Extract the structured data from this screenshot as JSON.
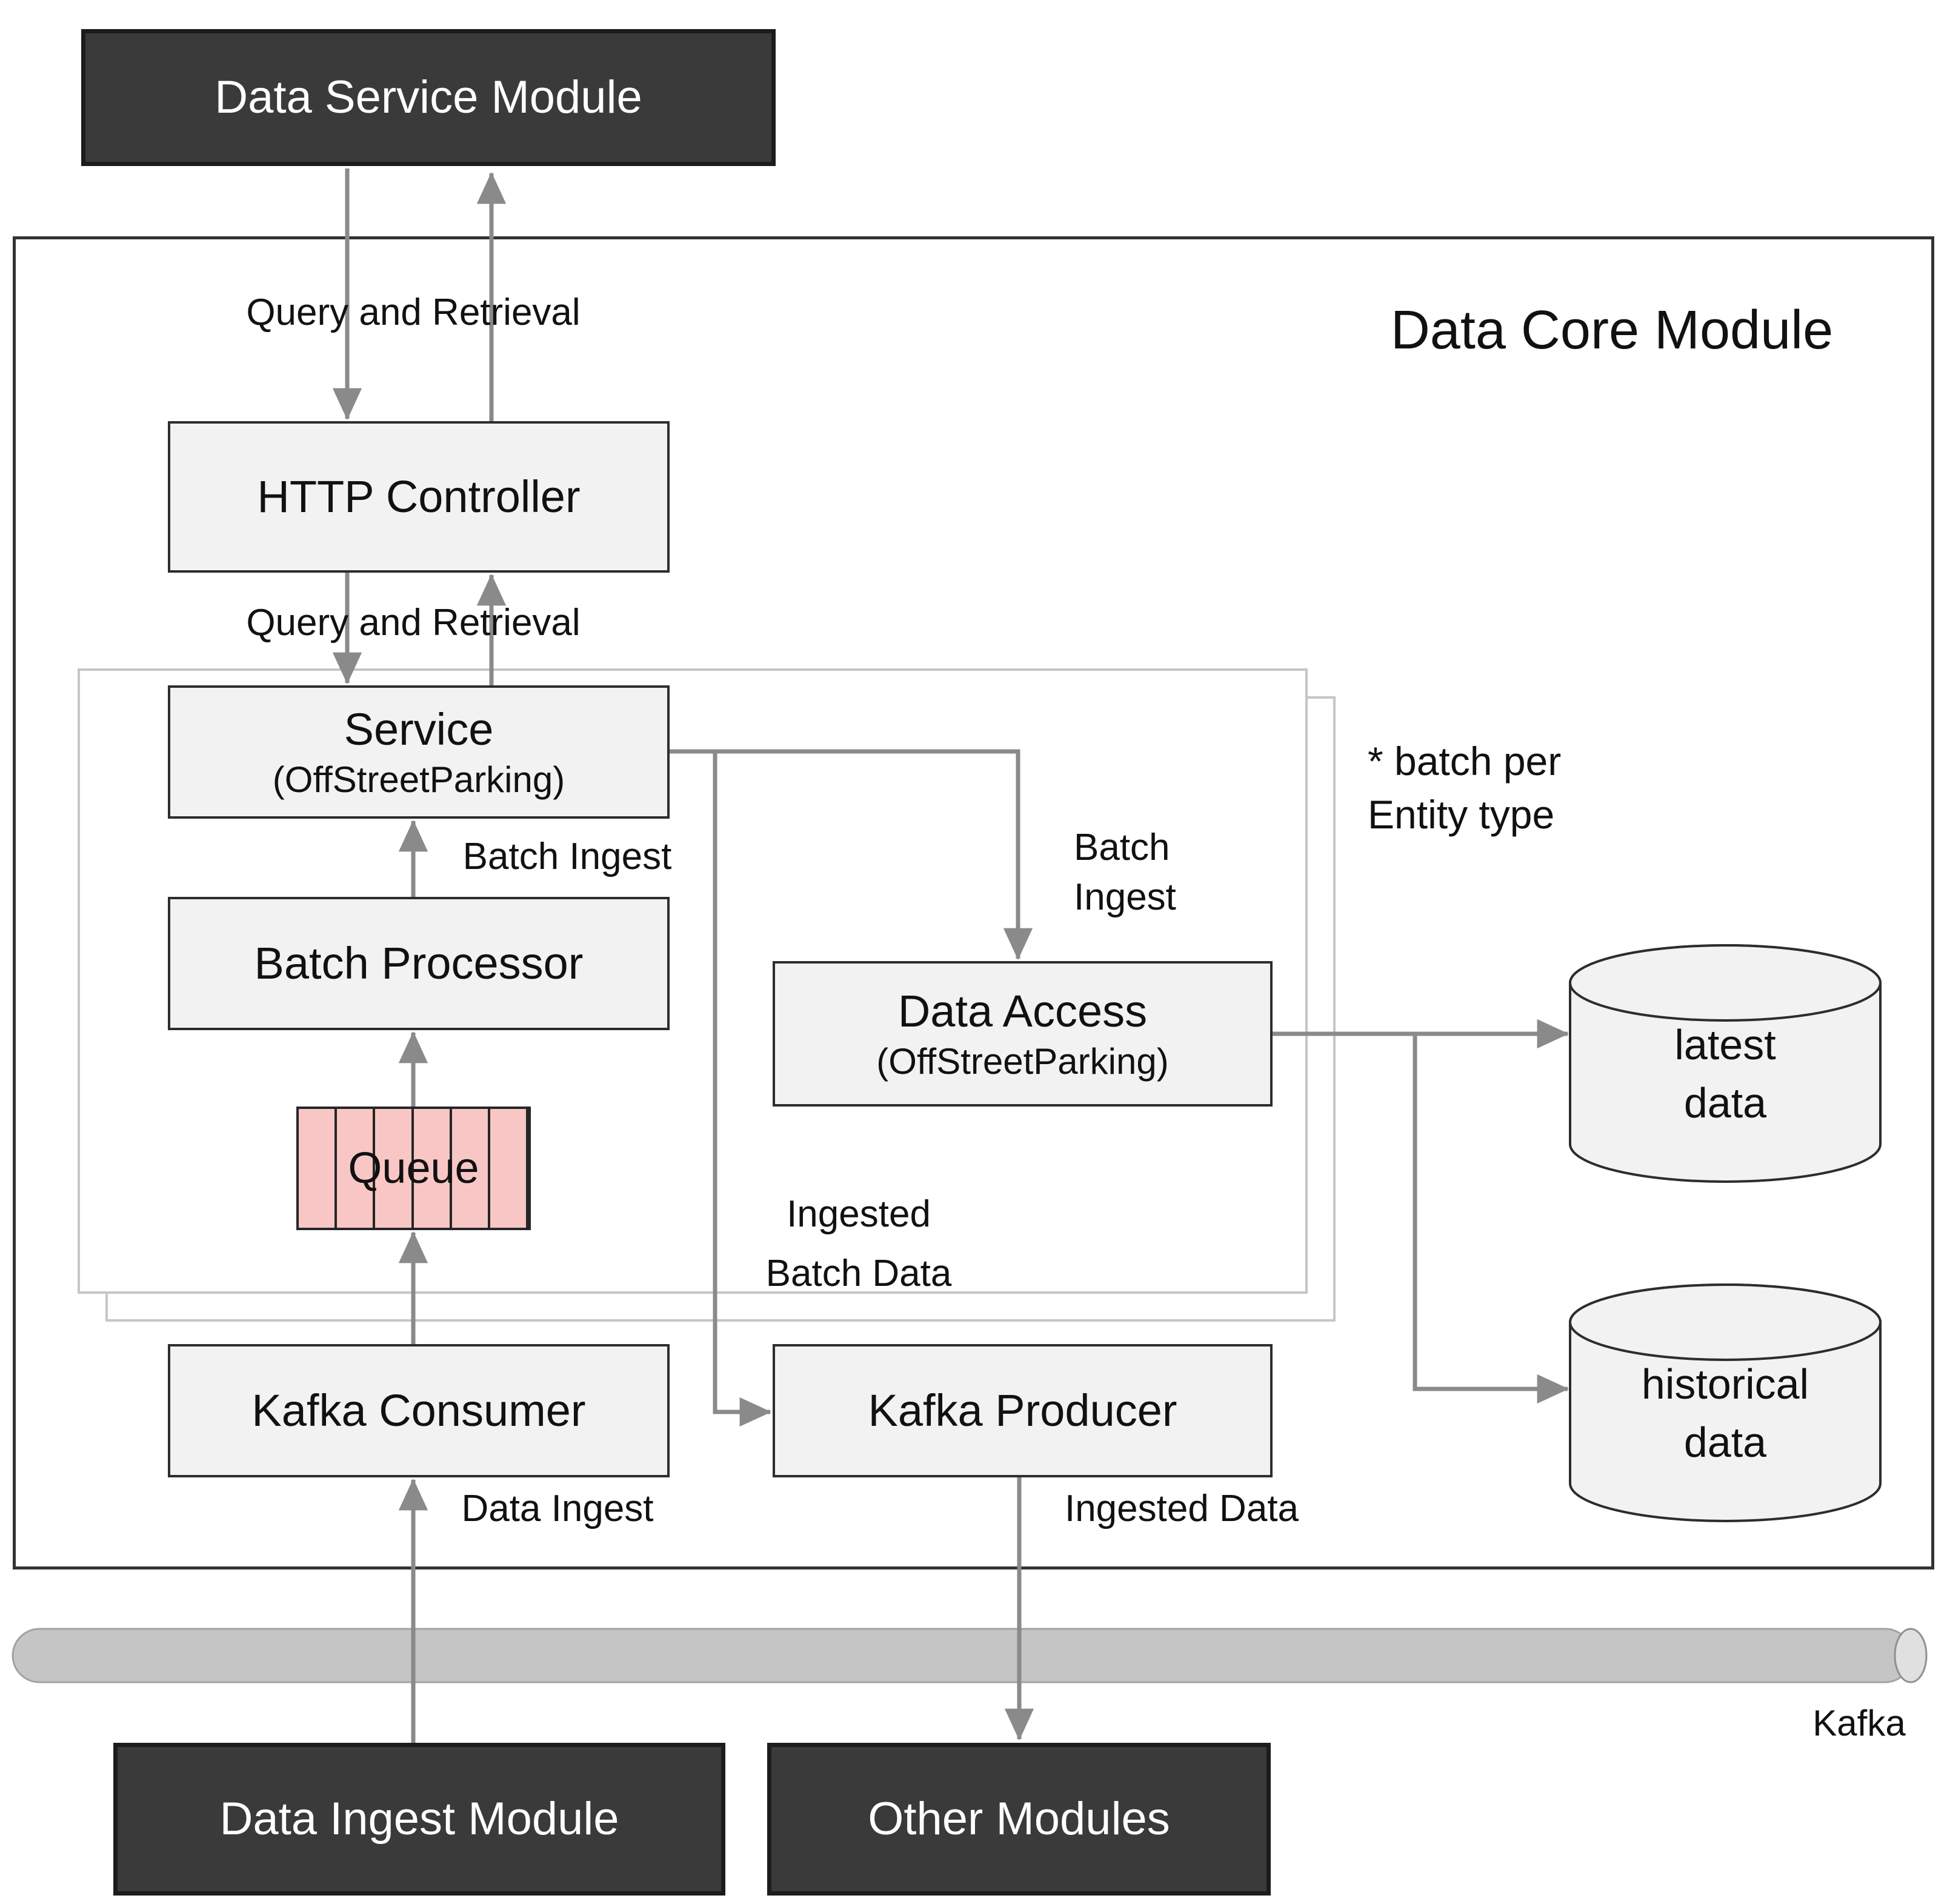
{
  "colors": {
    "dark_box": "#3a3a3a",
    "dark_box_border": "#1c1c1c",
    "light_box": "#f2f2f2",
    "box_border": "#2d2d2d",
    "queue_fill": "#f9c6c6",
    "queue_border": "#262626",
    "arrow": "#8a8a8a",
    "stack_border": "#c6c6c6",
    "outer_border": "#333333",
    "pipe_fill": "#c5c5c5",
    "pipe_border": "#a2a2a2",
    "pipe_cap": "#e0e0e0",
    "text": "#111111",
    "module_text": "#ffffff"
  },
  "modules": {
    "data_service": "Data Service Module",
    "data_ingest": "Data Ingest Module",
    "other": "Other Modules"
  },
  "core": {
    "title": "Data Core Module",
    "http_controller": "HTTP Controller",
    "service": {
      "name": "Service",
      "subtitle": "(OffStreetParking)"
    },
    "batch_processor": "Batch Processor",
    "queue": "Queue",
    "kafka_consumer": "Kafka Consumer",
    "kafka_producer": "Kafka Producer",
    "data_access": {
      "name": "Data Access",
      "subtitle": "(OffStreetParking)"
    },
    "note_line1": "* batch per",
    "note_line2": "Entity type"
  },
  "stores": {
    "latest": {
      "line1": "latest",
      "line2": "data"
    },
    "historical": {
      "line1": "historical",
      "line2": "data"
    }
  },
  "labels": {
    "query_retrieval_top": "Query and Retrieval",
    "query_retrieval_mid": "Query and Retrieval",
    "batch_ingest_left": "Batch Ingest",
    "batch_ingest_right_line1": "Batch",
    "batch_ingest_right_line2": "Ingest",
    "ingested_batch_line1": "Ingested",
    "ingested_batch_line2": "Batch Data",
    "data_ingest": "Data Ingest",
    "ingested_data": "Ingested Data",
    "kafka": "Kafka"
  }
}
